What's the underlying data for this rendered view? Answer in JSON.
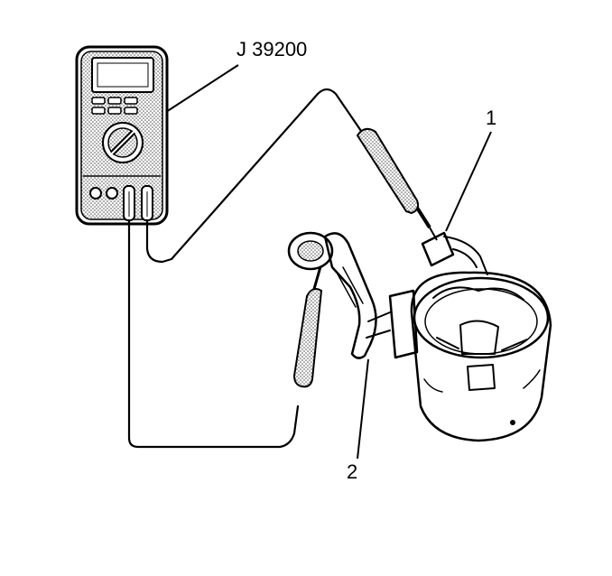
{
  "labels": {
    "tool": "J 39200",
    "callout_1": "1",
    "callout_2": "2"
  },
  "colors": {
    "ink": "#000000",
    "background": "#ffffff",
    "stipple": "#555555"
  },
  "icons": {
    "meter": "multimeter-icon",
    "probe": "test-probe-icon",
    "part": "motor-frame-icon"
  }
}
